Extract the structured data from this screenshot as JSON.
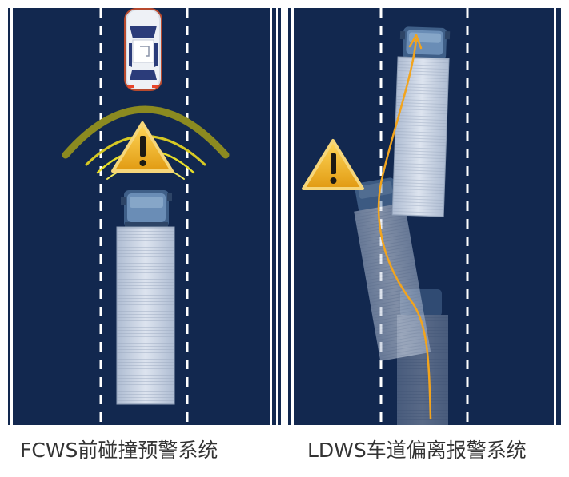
{
  "colors": {
    "road": "#12284f",
    "lane_marking": "#ffffff",
    "warning_fill": "#f2b62b",
    "warning_mark": "#1c1a14",
    "arc_outer": "#8b8a20",
    "arc_inner": "#e6dd28",
    "trajectory": "#f2a41d",
    "truck_body": "#c8d2e2",
    "truck_cab": "#5a7fa8"
  },
  "icons": {
    "warning": "warning-triangle-icon",
    "sedan": "sedan-top-view",
    "truck": "truck-top-view"
  },
  "panels": [
    {
      "id": "fcws",
      "caption": "FCWS前碰撞预警系统"
    },
    {
      "id": "ldws",
      "caption": "LDWS车道偏离报警系统"
    }
  ]
}
